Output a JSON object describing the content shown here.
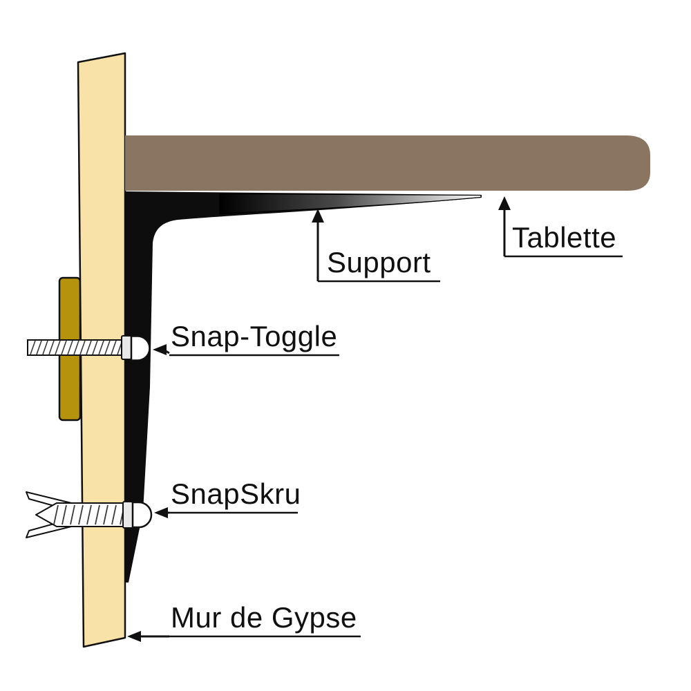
{
  "page": {
    "background": "#ffffff",
    "description": "Shelf bracket drywall mounting diagram"
  },
  "labels": {
    "support": "Support",
    "tablette": "Tablette",
    "snap_toggle": "Snap-Toggle",
    "snapskru": "SnapSkru",
    "mur_de_gypse": "Mur de Gypse"
  },
  "colors": {
    "wall": "#F9E2A8",
    "toggle_bar": "#B5930D",
    "shelf": "#8A7561",
    "bracket": "#0D0D0D",
    "hardware": "#FFFFFF",
    "collar": "#E8E8E8",
    "line": "#101010"
  }
}
